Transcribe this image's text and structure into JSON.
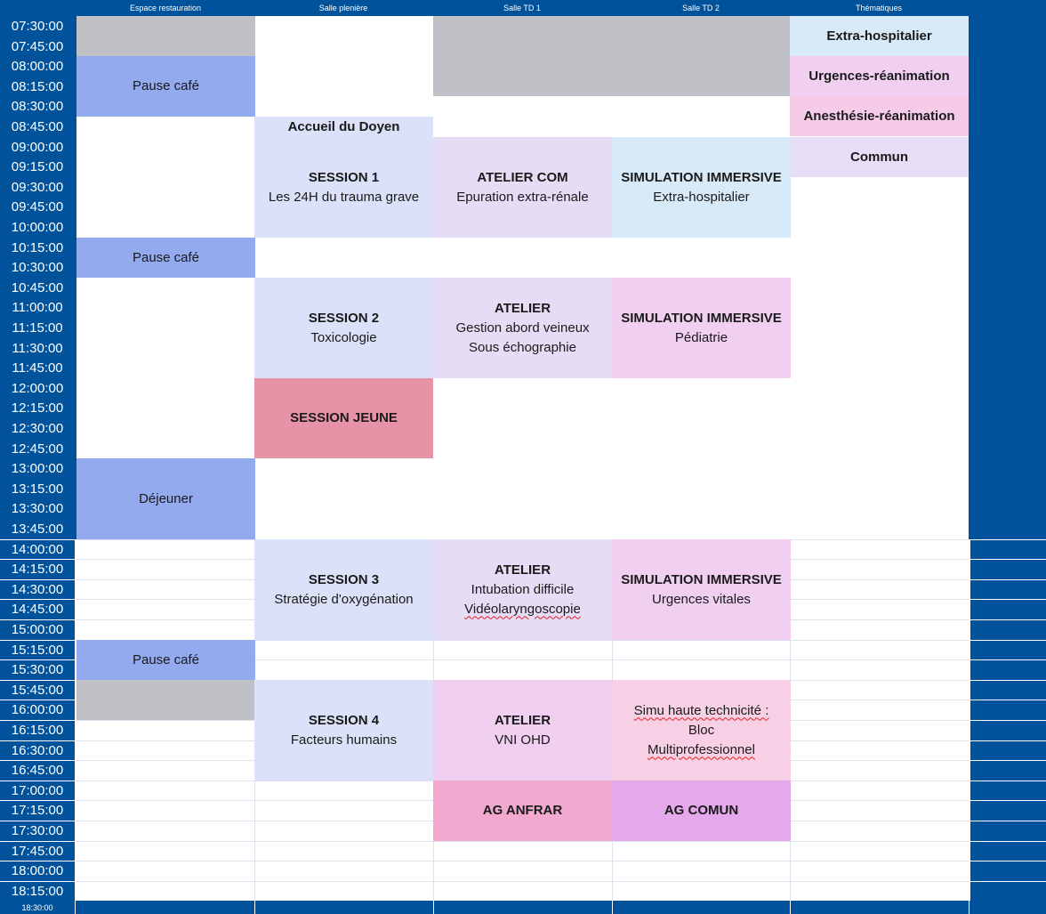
{
  "headers": [
    "Espace restauration",
    "Salle plenière",
    "Salle TD 1",
    "Salle TD 2",
    "Thématiques"
  ],
  "times": [
    "07:30:00",
    "07:45:00",
    "08:00:00",
    "08:15:00",
    "08:30:00",
    "08:45:00",
    "09:00:00",
    "09:15:00",
    "09:30:00",
    "09:45:00",
    "10:00:00",
    "10:15:00",
    "10:30:00",
    "10:45:00",
    "11:00:00",
    "11:15:00",
    "11:30:00",
    "11:45:00",
    "12:00:00",
    "12:15:00",
    "12:30:00",
    "12:45:00",
    "13:00:00",
    "13:15:00",
    "13:30:00",
    "13:45:00",
    "14:00:00",
    "14:15:00",
    "14:30:00",
    "14:45:00",
    "15:00:00",
    "15:15:00",
    "15:30:00",
    "15:45:00",
    "16:00:00",
    "16:15:00",
    "16:30:00",
    "16:45:00",
    "17:00:00",
    "17:15:00",
    "17:30:00",
    "17:45:00",
    "18:00:00",
    "18:15:00"
  ],
  "bottom_time": "18:30:00",
  "colors": {
    "frame": "#00529b",
    "grey": "#bfc1c6",
    "pause": "#93aaee",
    "session": "#dbe1f8",
    "atelier": "#e6dcf5",
    "extra_hospitalier": "#d8eaf7",
    "urgences": "#f1cff1",
    "anesthesie": "#f6cbe8",
    "commun": "#e6def7",
    "jeune": "#e693a8",
    "ag_anfrar": "#f2a9d0",
    "ag_comun": "#e5a8ea",
    "simu": "#f8d0e6"
  },
  "legend": [
    {
      "label": "Extra-hospitalier",
      "color": "#d8eaf7"
    },
    {
      "label": "Urgences-réanimation",
      "color": "#f1cff1"
    },
    {
      "label": "Anesthésie-réanimation",
      "color": "#f6cbe8"
    },
    {
      "label": "Commun",
      "color": "#e6def7"
    }
  ],
  "blocks": [
    {
      "id": "grey-resto-1",
      "col": 0,
      "start": 0,
      "end": 2,
      "color": "#bfc1c6",
      "lines": []
    },
    {
      "id": "pause-cafe-1",
      "col": 0,
      "start": 2,
      "end": 5,
      "color": "#93aaee",
      "lines": [
        {
          "text": "Pause café",
          "bold": false
        }
      ]
    },
    {
      "id": "grey-td-1",
      "col": 2,
      "start": 0,
      "end": 4,
      "colspan": 2,
      "color": "#bfc1c6",
      "lines": []
    },
    {
      "id": "accueil-doyen",
      "col": 1,
      "start": 5,
      "end": 6,
      "color": "#dbe1f8",
      "lines": [
        {
          "text": "Accueil du Doyen",
          "bold": true
        }
      ]
    },
    {
      "id": "session-1",
      "col": 1,
      "start": 6,
      "end": 11,
      "color": "#dbe1f8",
      "lines": [
        {
          "text": "SESSION 1",
          "bold": true
        },
        {
          "text": "Les 24H du trauma grave",
          "bold": false
        }
      ]
    },
    {
      "id": "atelier-com",
      "col": 2,
      "start": 6,
      "end": 11,
      "color": "#e6dcf5",
      "lines": [
        {
          "text": "ATELIER COM",
          "bold": true
        },
        {
          "text": "Epuration extra-rénale",
          "bold": false
        }
      ]
    },
    {
      "id": "simulation-extra",
      "col": 3,
      "start": 6,
      "end": 11,
      "color": "#d8eaf7",
      "lines": [
        {
          "text": "SIMULATION IMMERSIVE",
          "bold": true
        },
        {
          "text": "Extra-hospitalier",
          "bold": false
        }
      ]
    },
    {
      "id": "pause-cafe-2",
      "col": 0,
      "start": 11,
      "end": 13,
      "color": "#93aaee",
      "lines": [
        {
          "text": "Pause café",
          "bold": false
        }
      ]
    },
    {
      "id": "session-2",
      "col": 1,
      "start": 13,
      "end": 18,
      "color": "#dbe1f8",
      "lines": [
        {
          "text": "SESSION 2",
          "bold": true
        },
        {
          "text": "Toxicologie",
          "bold": false
        }
      ]
    },
    {
      "id": "atelier-abord",
      "col": 2,
      "start": 13,
      "end": 18,
      "color": "#e6dcf5",
      "lines": [
        {
          "text": "ATELIER",
          "bold": true
        },
        {
          "text": "Gestion abord veineux",
          "bold": false
        },
        {
          "text": "Sous échographie",
          "bold": false
        }
      ]
    },
    {
      "id": "simulation-pediatrie",
      "col": 3,
      "start": 13,
      "end": 18,
      "color": "#f1cff1",
      "lines": [
        {
          "text": "SIMULATION IMMERSIVE",
          "bold": true
        },
        {
          "text": "Pédiatrie",
          "bold": false
        }
      ]
    },
    {
      "id": "session-jeune",
      "col": 1,
      "start": 18,
      "end": 22,
      "color": "#e693a8",
      "lines": [
        {
          "text": "SESSION JEUNE",
          "bold": true
        }
      ]
    },
    {
      "id": "dejeuner",
      "col": 0,
      "start": 22,
      "end": 26,
      "color": "#93aaee",
      "lines": [
        {
          "text": "Déjeuner",
          "bold": false
        }
      ]
    },
    {
      "id": "session-3",
      "col": 1,
      "start": 26,
      "end": 31,
      "color": "#dbe1f8",
      "lines": [
        {
          "text": "SESSION 3",
          "bold": true
        },
        {
          "text": "Stratégie d'oxygénation",
          "bold": false
        }
      ]
    },
    {
      "id": "atelier-intubation",
      "col": 2,
      "start": 26,
      "end": 31,
      "color": "#e6dcf5",
      "lines": [
        {
          "text": "ATELIER",
          "bold": true
        },
        {
          "text": "Intubation difficile",
          "bold": false
        },
        {
          "text": "Vidéolaryngoscopie",
          "bold": false,
          "squiggle": true
        }
      ]
    },
    {
      "id": "simulation-urgences",
      "col": 3,
      "start": 26,
      "end": 31,
      "color": "#f1cff1",
      "lines": [
        {
          "text": "SIMULATION IMMERSIVE",
          "bold": true
        },
        {
          "text": "Urgences vitales",
          "bold": false
        }
      ]
    },
    {
      "id": "pause-cafe-3",
      "col": 0,
      "start": 31,
      "end": 33,
      "color": "#93aaee",
      "lines": [
        {
          "text": "Pause café",
          "bold": false
        }
      ]
    },
    {
      "id": "grey-resto-2",
      "col": 0,
      "start": 33,
      "end": 35,
      "color": "#bfc1c6",
      "lines": []
    },
    {
      "id": "session-4",
      "col": 1,
      "start": 33,
      "end": 38,
      "color": "#dbe1f8",
      "lines": [
        {
          "text": "SESSION 4",
          "bold": true
        },
        {
          "text": "Facteurs humains",
          "bold": false
        }
      ]
    },
    {
      "id": "atelier-vni",
      "col": 2,
      "start": 33,
      "end": 38,
      "color": "#f1cff1",
      "lines": [
        {
          "text": "ATELIER",
          "bold": true
        },
        {
          "text": "VNI OHD",
          "bold": false
        }
      ]
    },
    {
      "id": "simu-haute",
      "col": 3,
      "start": 33,
      "end": 38,
      "color": "#f8d0e6",
      "lines": [
        {
          "text": "Simu haute technicité :",
          "bold": false,
          "squiggle": true
        },
        {
          "text": "Bloc",
          "bold": false
        },
        {
          "text": "Multiprofessionnel",
          "bold": false,
          "squiggle": true
        }
      ]
    },
    {
      "id": "ag-anfrar",
      "col": 2,
      "start": 38,
      "end": 41,
      "color": "#f2a9d0",
      "lines": [
        {
          "text": "AG ANFRAR",
          "bold": true
        }
      ]
    },
    {
      "id": "ag-comun",
      "col": 3,
      "start": 38,
      "end": 41,
      "color": "#e5a8ea",
      "lines": [
        {
          "text": "AG COMUN",
          "bold": true
        }
      ]
    }
  ]
}
